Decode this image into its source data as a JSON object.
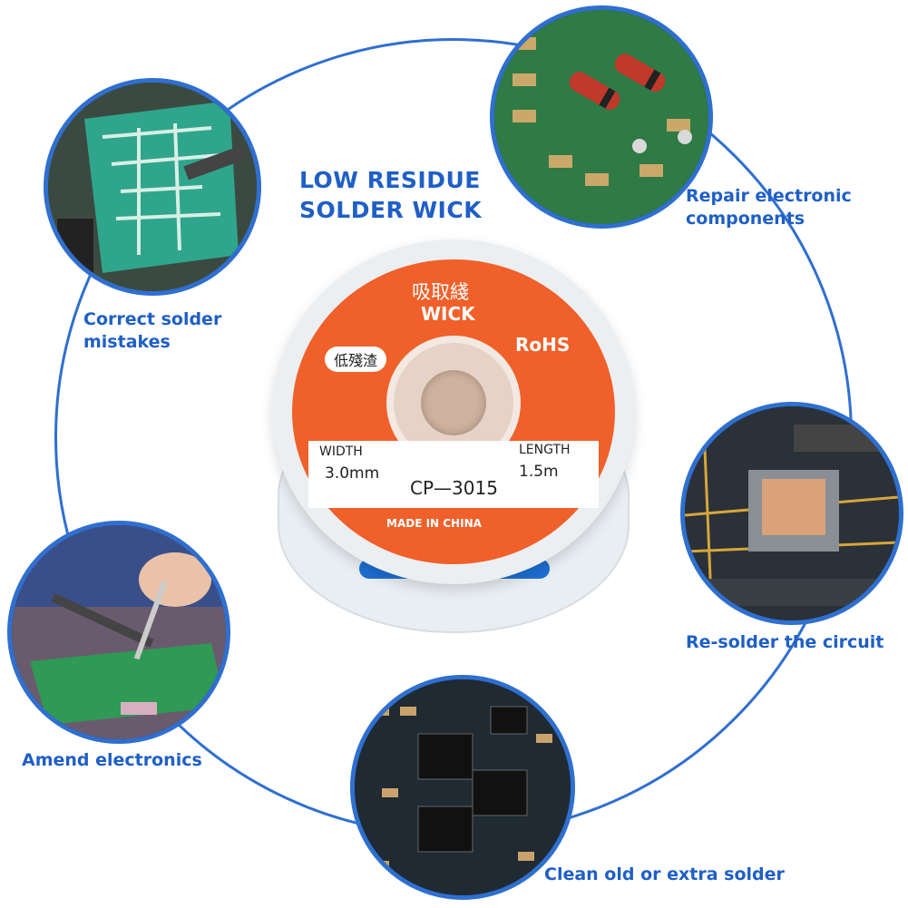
{
  "headline": {
    "line1": "LOW RESIDUE",
    "line2": "SOLDER WICK"
  },
  "spool": {
    "cn_title": "吸取綫",
    "brand": "WICK",
    "cn_badge": "低殘渣",
    "rohs": "RoHS",
    "width_label": "WIDTH",
    "width_value": "3.0mm",
    "length_label": "LENGTH",
    "length_value": "1.5m",
    "model": "CP—3015",
    "origin": "MADE IN CHINA"
  },
  "features": [
    {
      "line1": "Correct solder",
      "line2": "mistakes",
      "icon": "soldering-pcb-icon"
    },
    {
      "line1": "Repair electronic",
      "line2": "components",
      "icon": "diode-pcb-icon"
    },
    {
      "line1": "Re-solder the circuit",
      "icon": "cpu-socket-icon"
    },
    {
      "line1": "Amend electronics",
      "icon": "hands-soldering-icon"
    },
    {
      "line1": "Clean old or extra solder",
      "icon": "smd-chips-icon"
    }
  ],
  "colors": {
    "accent": "#1f5fc6",
    "spool_orange": "#f0602a",
    "tape_blue": "#1d6fd3"
  }
}
